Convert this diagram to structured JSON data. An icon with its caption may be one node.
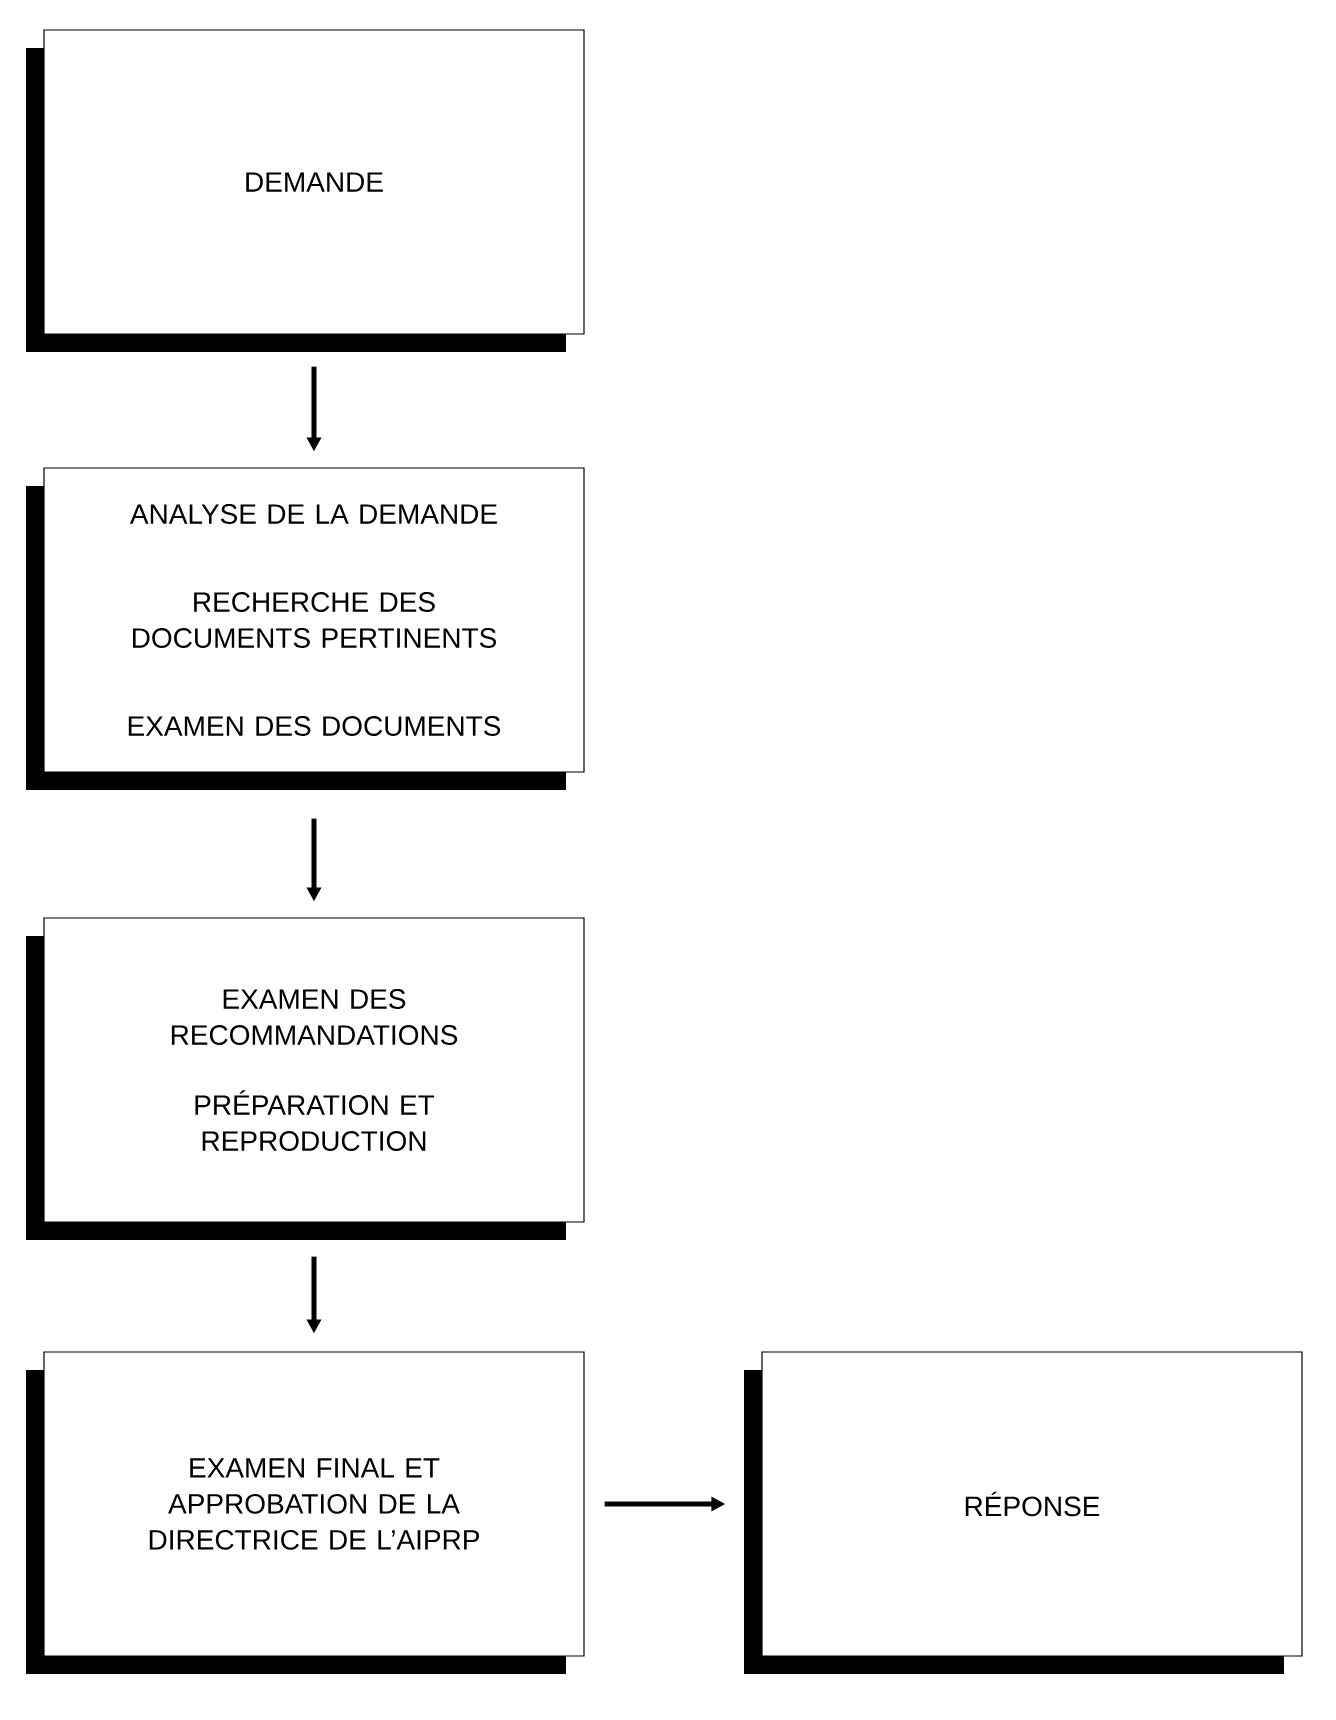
{
  "diagram": {
    "nodes": [
      {
        "text": [
          "DEMANDE"
        ]
      },
      {
        "text": [
          "ANALYSE DE LA DEMANDE",
          "RECHERCHE DES DOCUMENTS PERTINENTS",
          "EXAMEN DES DOCUMENTS"
        ]
      },
      {
        "text": [
          "EXAMEN DES RECOMMANDATIONS",
          "PRÉPARATION ET REPRODUCTION"
        ]
      },
      {
        "text": [
          "EXAMEN FINAL ET APPROBATION DE LA DIRECTRICE DE L’AIPRP"
        ]
      },
      {
        "text": [
          "RÉPONSE"
        ]
      }
    ],
    "edges": [
      {
        "from": 0,
        "to": 1,
        "arrow": "to"
      },
      {
        "from": 1,
        "to": 2,
        "arrow": "to"
      },
      {
        "from": 2,
        "to": 3,
        "arrow": "to"
      },
      {
        "from": 3,
        "to": 4,
        "arrow": "to"
      }
    ]
  }
}
